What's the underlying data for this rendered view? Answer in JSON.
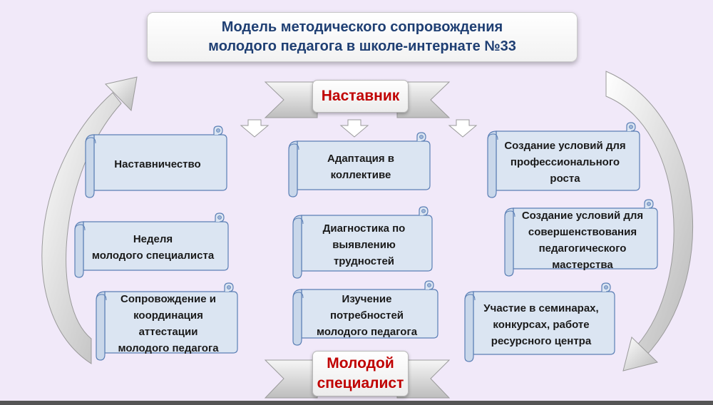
{
  "title": {
    "line1": "Модель методического сопровождения",
    "line2": "молодого педагога в школе-интернате №33"
  },
  "top_banner": {
    "label": "Наставник"
  },
  "bottom_banner": {
    "label": "Молодой\nспециалист"
  },
  "colors": {
    "background": "#f1e9f9",
    "scroll_fill": "#dbe5f2",
    "scroll_stroke": "#5b7fb5",
    "banner_text": "#c00000",
    "title_text": "#1f3f73"
  },
  "columns": [
    {
      "name": "left",
      "items": [
        "Наставничество",
        "Неделя\nмолодого специалиста",
        "Сопровождение и\nкоординация\nаттестации\nмолодого педагога"
      ]
    },
    {
      "name": "center",
      "items": [
        "Адаптация в\nколлективе",
        "Диагностика по\nвыявлению\nтрудностей",
        "Изучение\nпотребностей\nмолодого педагога"
      ]
    },
    {
      "name": "right",
      "items": [
        "Создание условий для\nпрофессионального\nроста",
        "Создание условий для\nсовершенствования\nпедагогического\nмастерства",
        "Участие в семинарах,\nконкурсах, работе\nресурсного центра"
      ]
    }
  ]
}
